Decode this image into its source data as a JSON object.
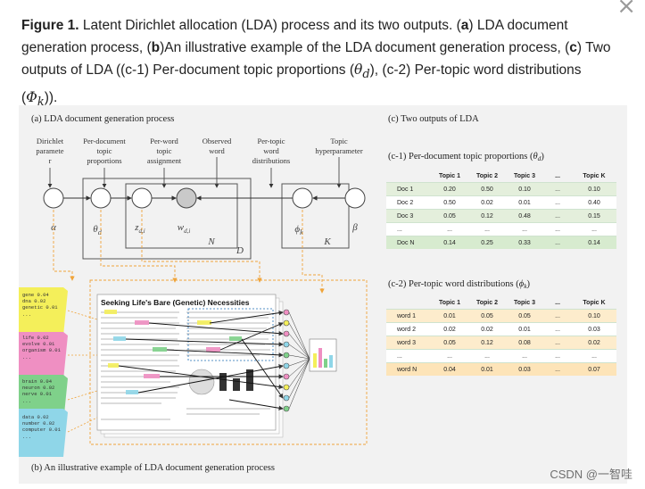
{
  "close_glyph": "×",
  "caption": {
    "figure_label": "Figure 1.",
    "intro": " Latent Dirichlet allocation (LDA) process and its two outputs. (",
    "a": "a",
    "a_text": ") LDA document generation process, (",
    "b": "b",
    "b_text": ")An illustrative example of the LDA document generation process, (",
    "c": "c",
    "c_text": ") Two outputs of LDA ((c-1) Per-document topic proportions (",
    "theta": "θ",
    "theta_sub": "d",
    "mid_text": "), (c-2) Per-topic word distributions (",
    "phi": "Φ",
    "phi_sub": "k",
    "end_text": "))."
  },
  "panel_a": {
    "title": "(a) LDA document generation process",
    "labels": {
      "dirichlet_1": "Dirichlet",
      "dirichlet_2": "paramete",
      "dirichlet_3": "r",
      "perdoc_1": "Per-document",
      "perdoc_2": "topic",
      "perdoc_3": "proportions",
      "perword_1": "Per-word",
      "perword_2": "topic",
      "perword_3": "assignment",
      "observed_1": "Observed",
      "observed_2": "word",
      "pertopic_1": "Per-topic",
      "pertopic_2": "word",
      "pertopic_3": "distributions",
      "topic_1": "Topic",
      "topic_2": "hyperparameter"
    },
    "symbols": {
      "alpha": "α",
      "theta": "θ",
      "theta_sub": "d",
      "z": "z",
      "z_sub": "d,i",
      "w": "w",
      "w_sub": "d,i",
      "N": "N",
      "D": "D",
      "phi": "ϕ",
      "phi_sub": "k",
      "K": "K",
      "beta": "β"
    }
  },
  "panel_b": {
    "title": "(b) An illustrative example of LDA document generation process",
    "topic_cards": [
      {
        "color": "#f4ef5a",
        "lines": [
          "gene      0.04",
          "dna       0.02",
          "genetic  0.01",
          "..."
        ]
      },
      {
        "color": "#ef8fc2",
        "lines": [
          "life       0.02",
          "evolve    0.01",
          "organism 0.01",
          "..."
        ]
      },
      {
        "color": "#7fd18a",
        "lines": [
          "brain     0.04",
          "neuron   0.02",
          "nerve     0.01",
          "..."
        ]
      },
      {
        "color": "#8fd6e8",
        "lines": [
          "data      0.02",
          "number   0.02",
          "computer 0.01",
          "..."
        ]
      }
    ],
    "article_title": "Seeking Life's Bare (Genetic) Necessities"
  },
  "panel_c": {
    "title": "(c) Two outputs of LDA",
    "c1_title": "(c-1) Per-document topic proportions (",
    "c1_sym": "θ",
    "c1_sub": "d",
    "c1_close": ")",
    "c1_headers": [
      "",
      "Topic 1",
      "Topic 2",
      "Topic 3",
      "...",
      "Topic K"
    ],
    "c1_rows": [
      [
        "Doc 1",
        "0.20",
        "0.50",
        "0.10",
        "...",
        "0.10"
      ],
      [
        "Doc 2",
        "0.50",
        "0.02",
        "0.01",
        "...",
        "0.40"
      ],
      [
        "Doc 3",
        "0.05",
        "0.12",
        "0.48",
        "...",
        "0.15"
      ],
      [
        "...",
        "...",
        "...",
        "...",
        "...",
        "..."
      ],
      [
        "Doc N",
        "0.14",
        "0.25",
        "0.33",
        "...",
        "0.14"
      ]
    ],
    "c2_title": "(c-2) Per-topic word distributions (",
    "c2_sym": "ϕ",
    "c2_sub": "k",
    "c2_close": ")",
    "c2_headers": [
      "",
      "Topic 1",
      "Topic 2",
      "Topic 3",
      "...",
      "Topic K"
    ],
    "c2_rows": [
      [
        "word 1",
        "0.01",
        "0.05",
        "0.05",
        "...",
        "0.10"
      ],
      [
        "word 2",
        "0.02",
        "0.02",
        "0.01",
        "...",
        "0.03"
      ],
      [
        "word 3",
        "0.05",
        "0.12",
        "0.08",
        "...",
        "0.02"
      ],
      [
        "...",
        "...",
        "...",
        "...",
        "...",
        "..."
      ],
      [
        "word N",
        "0.04",
        "0.01",
        "0.03",
        "...",
        "0.07"
      ]
    ]
  },
  "watermark": "CSDN @一智哇",
  "colors": {
    "accent_blue": "#1f6fb4",
    "arrow_orange": "#f0a43a",
    "table1_band": "#e4efdc",
    "table2_band": "#fdeccc"
  }
}
